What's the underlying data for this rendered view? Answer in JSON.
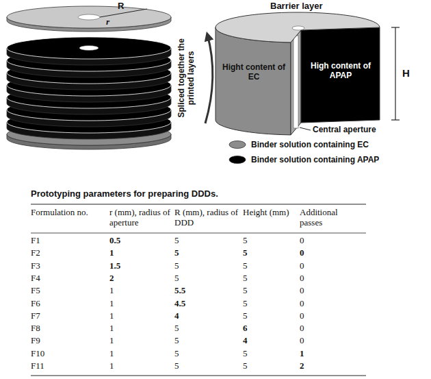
{
  "diagram": {
    "labels": [
      "R",
      "r",
      "Spliced together the printed layers",
      "Barrier layer",
      "Hight content of EC",
      "High content of APAP",
      "H",
      "Central aperture",
      "Prototyping parameters for preparing DDDs.",
      "Formulation no.",
      "r (mm), radius of aperture",
      "R (mm), radius of DDD",
      "Height (mm)",
      "Additional passes",
      "F1",
      "0.5",
      "5",
      "5",
      "0",
      "F2",
      "1",
      "5",
      "5",
      "0",
      "F3",
      "1.5",
      "5",
      "5",
      "0",
      "F4",
      "2",
      "5",
      "5",
      "0",
      "F5",
      "1",
      "5.5",
      "5",
      "0",
      "F6",
      "1",
      "4.5",
      "5",
      "0",
      "F7",
      "1",
      "4",
      "5",
      "0",
      "F8",
      "1",
      "5",
      "6",
      "0",
      "F9",
      "1",
      "5",
      "4",
      "0",
      "F10",
      "1",
      "5",
      "5",
      "1",
      "F11",
      "1",
      "5",
      "5",
      "2"
    ],
    "legend": [
      {
        "text": "Binder solution containing EC",
        "color": "#8c8c8c"
      },
      {
        "text": "Binder solution containing APAP",
        "color": "#000000"
      }
    ]
  }
}
